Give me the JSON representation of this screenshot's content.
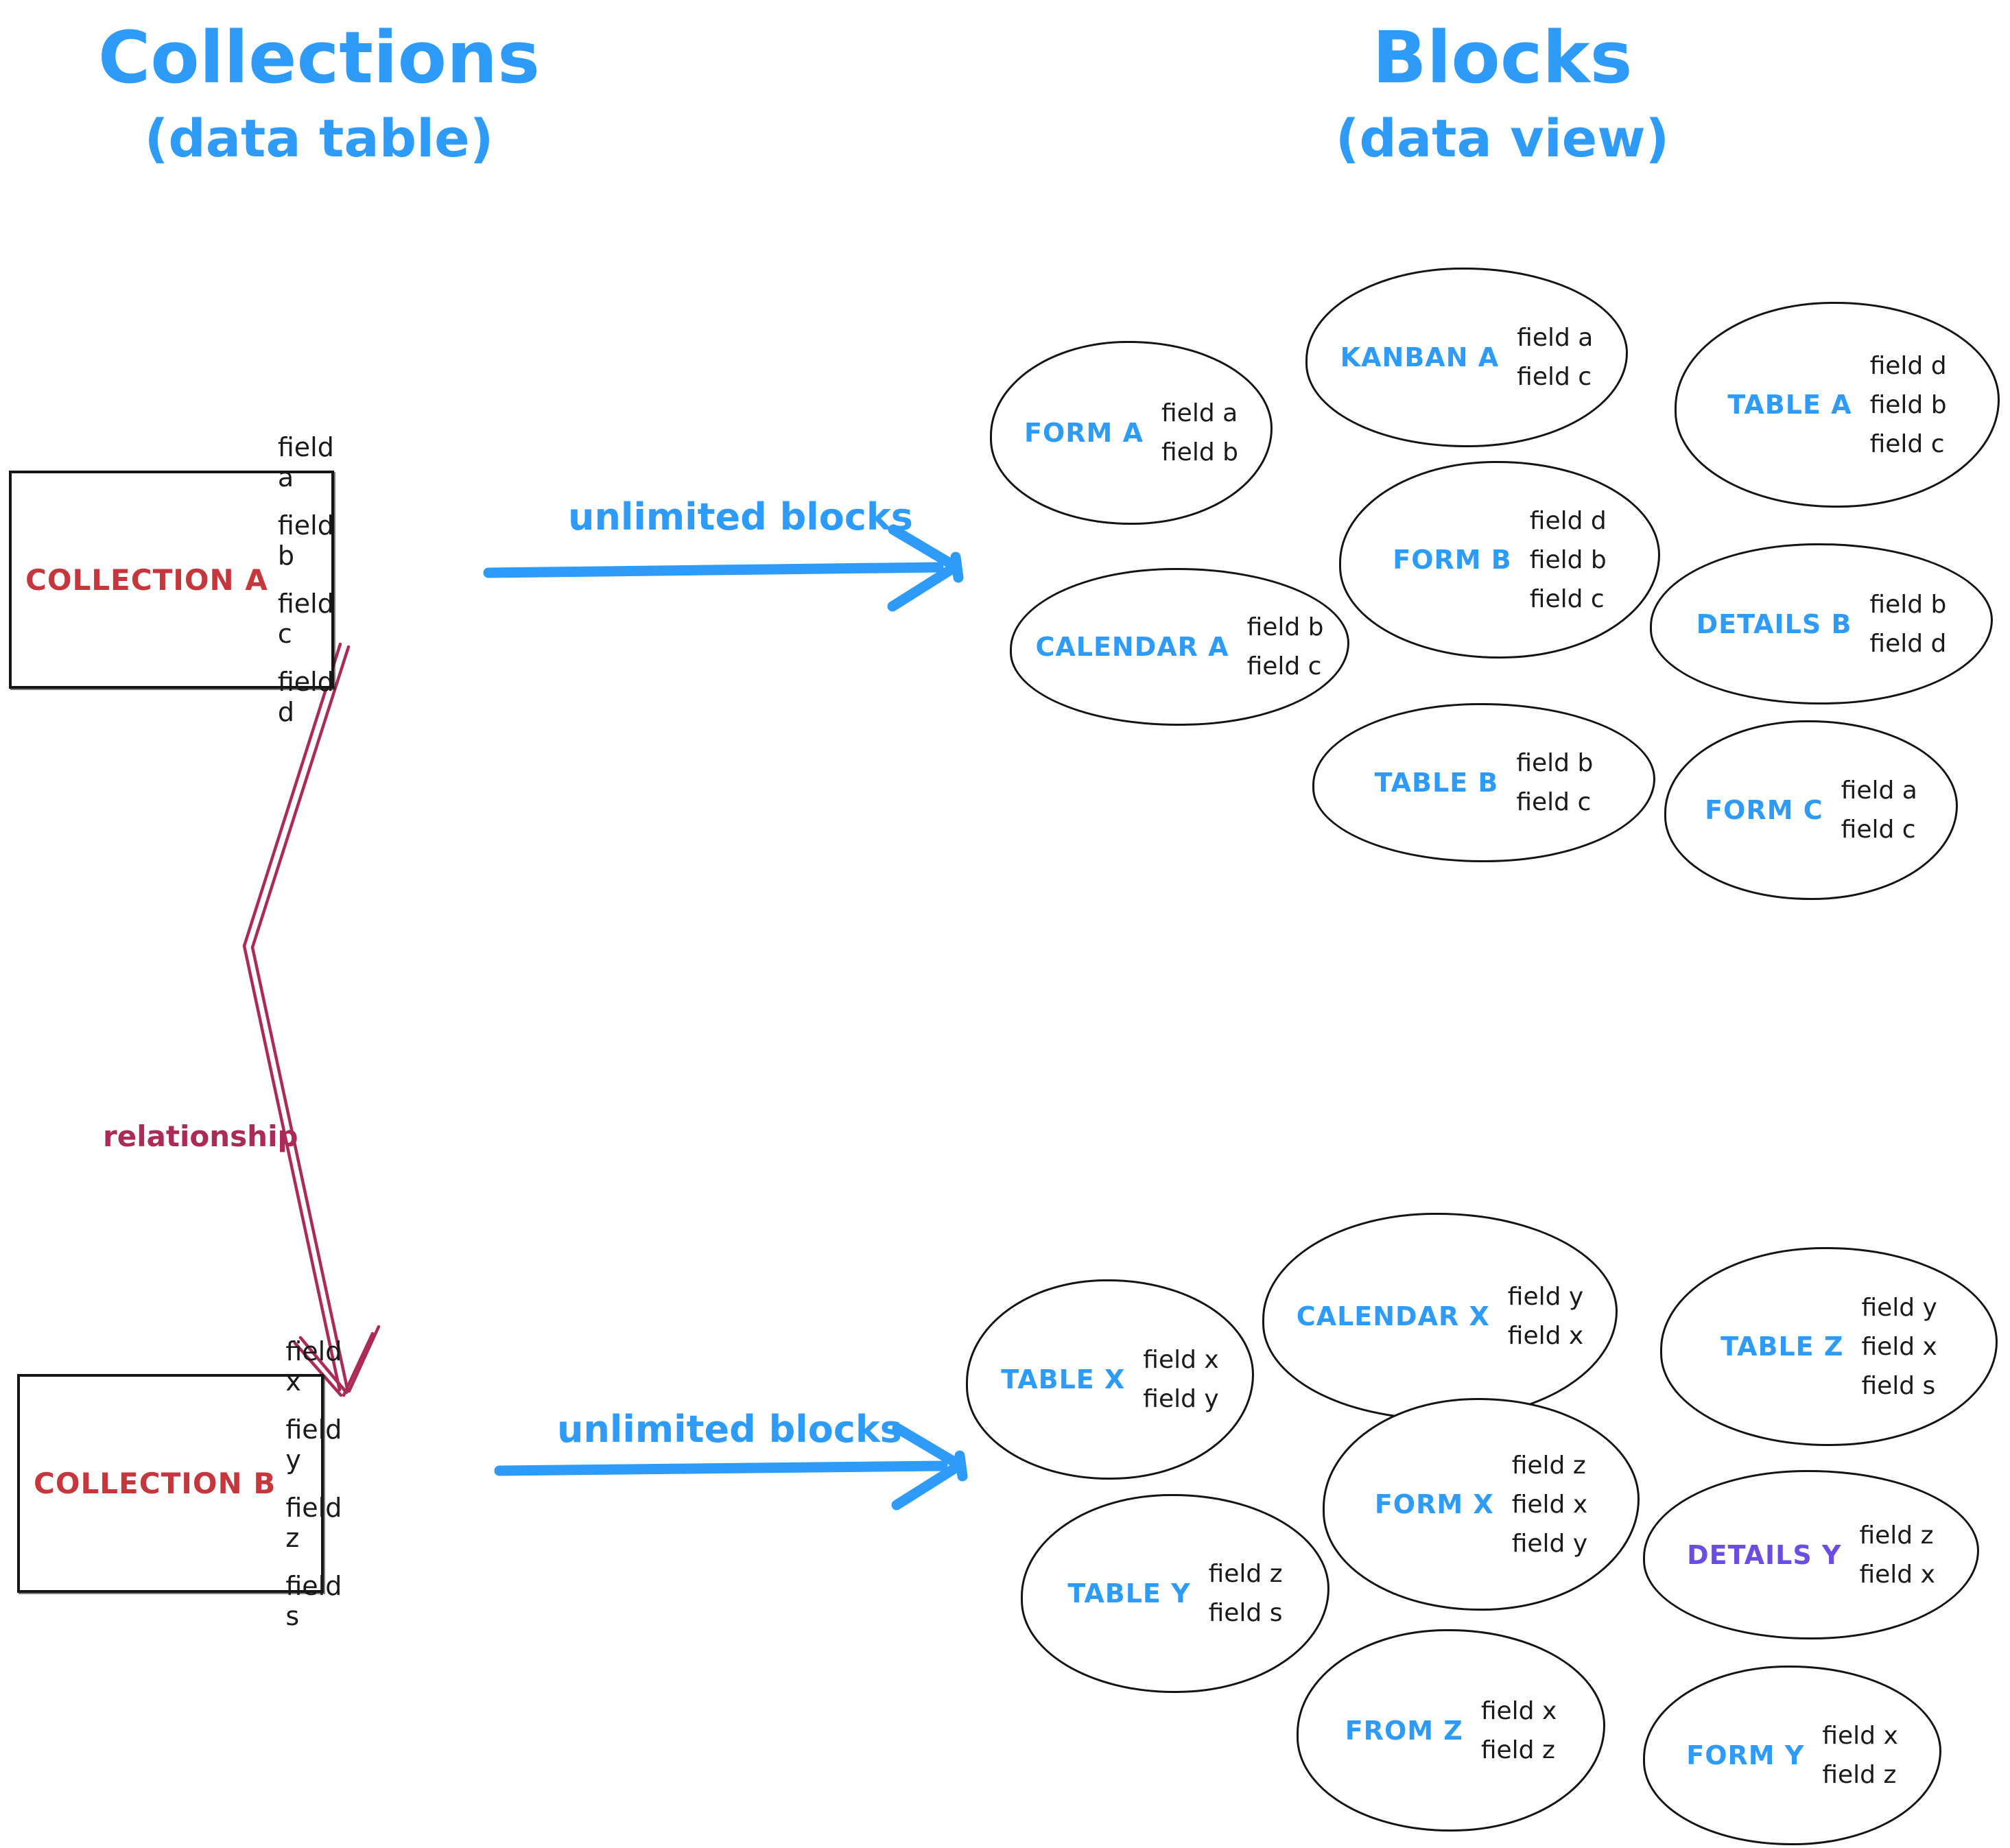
{
  "left_column": {
    "title": "Collections",
    "subtitle": "(data table)"
  },
  "right_column": {
    "title": "Blocks",
    "subtitle": "(data view)"
  },
  "collection_a": {
    "name": "COLLECTION A",
    "fields": [
      "field a",
      "field b",
      "field c",
      "field d"
    ]
  },
  "collection_b": {
    "name": "COLLECTION B",
    "fields": [
      "field x",
      "field y",
      "field z",
      "field s"
    ]
  },
  "arrow_a_label": "unlimited blocks",
  "arrow_b_label": "unlimited blocks",
  "relationship_label": "relationship",
  "blocks_a": [
    {
      "label": "FORM A",
      "fields": [
        "field a",
        "field b"
      ]
    },
    {
      "label": "KANBAN A",
      "fields": [
        "field a",
        "field c"
      ]
    },
    {
      "label": "TABLE A",
      "fields": [
        "field d",
        "field b",
        "field c"
      ]
    },
    {
      "label": "CALENDAR A",
      "fields": [
        "field b",
        "field c"
      ]
    },
    {
      "label": "FORM B",
      "fields": [
        "field d",
        "field b",
        "field c"
      ]
    },
    {
      "label": "DETAILS B",
      "fields": [
        "field b",
        "field d"
      ]
    },
    {
      "label": "TABLE B",
      "fields": [
        "field b",
        "field c"
      ]
    },
    {
      "label": "FORM C",
      "fields": [
        "field a",
        "field c"
      ]
    }
  ],
  "blocks_b": [
    {
      "label": "TABLE X",
      "fields": [
        "field x",
        "field y"
      ]
    },
    {
      "label": "CALENDAR X",
      "fields": [
        "field y",
        "field x"
      ]
    },
    {
      "label": "TABLE Z",
      "fields": [
        "field y",
        "field x",
        "field s"
      ]
    },
    {
      "label": "FORM X",
      "fields": [
        "field z",
        "field x",
        "field y"
      ]
    },
    {
      "label": "TABLE Y",
      "fields": [
        "field z",
        "field s"
      ]
    },
    {
      "label": "DETAILS Y",
      "fields": [
        "field z",
        "field x"
      ],
      "label_color": "#6b4de4"
    },
    {
      "label": "FROM Z",
      "fields": [
        "field x",
        "field z"
      ]
    },
    {
      "label": "FORM Y",
      "fields": [
        "field x",
        "field z"
      ]
    }
  ],
  "colors": {
    "blue": "#2d9bf7",
    "red": "#c5373d",
    "crimson": "#ab2b56",
    "purple": "#6b4de4",
    "ink": "#1a1a1a"
  }
}
